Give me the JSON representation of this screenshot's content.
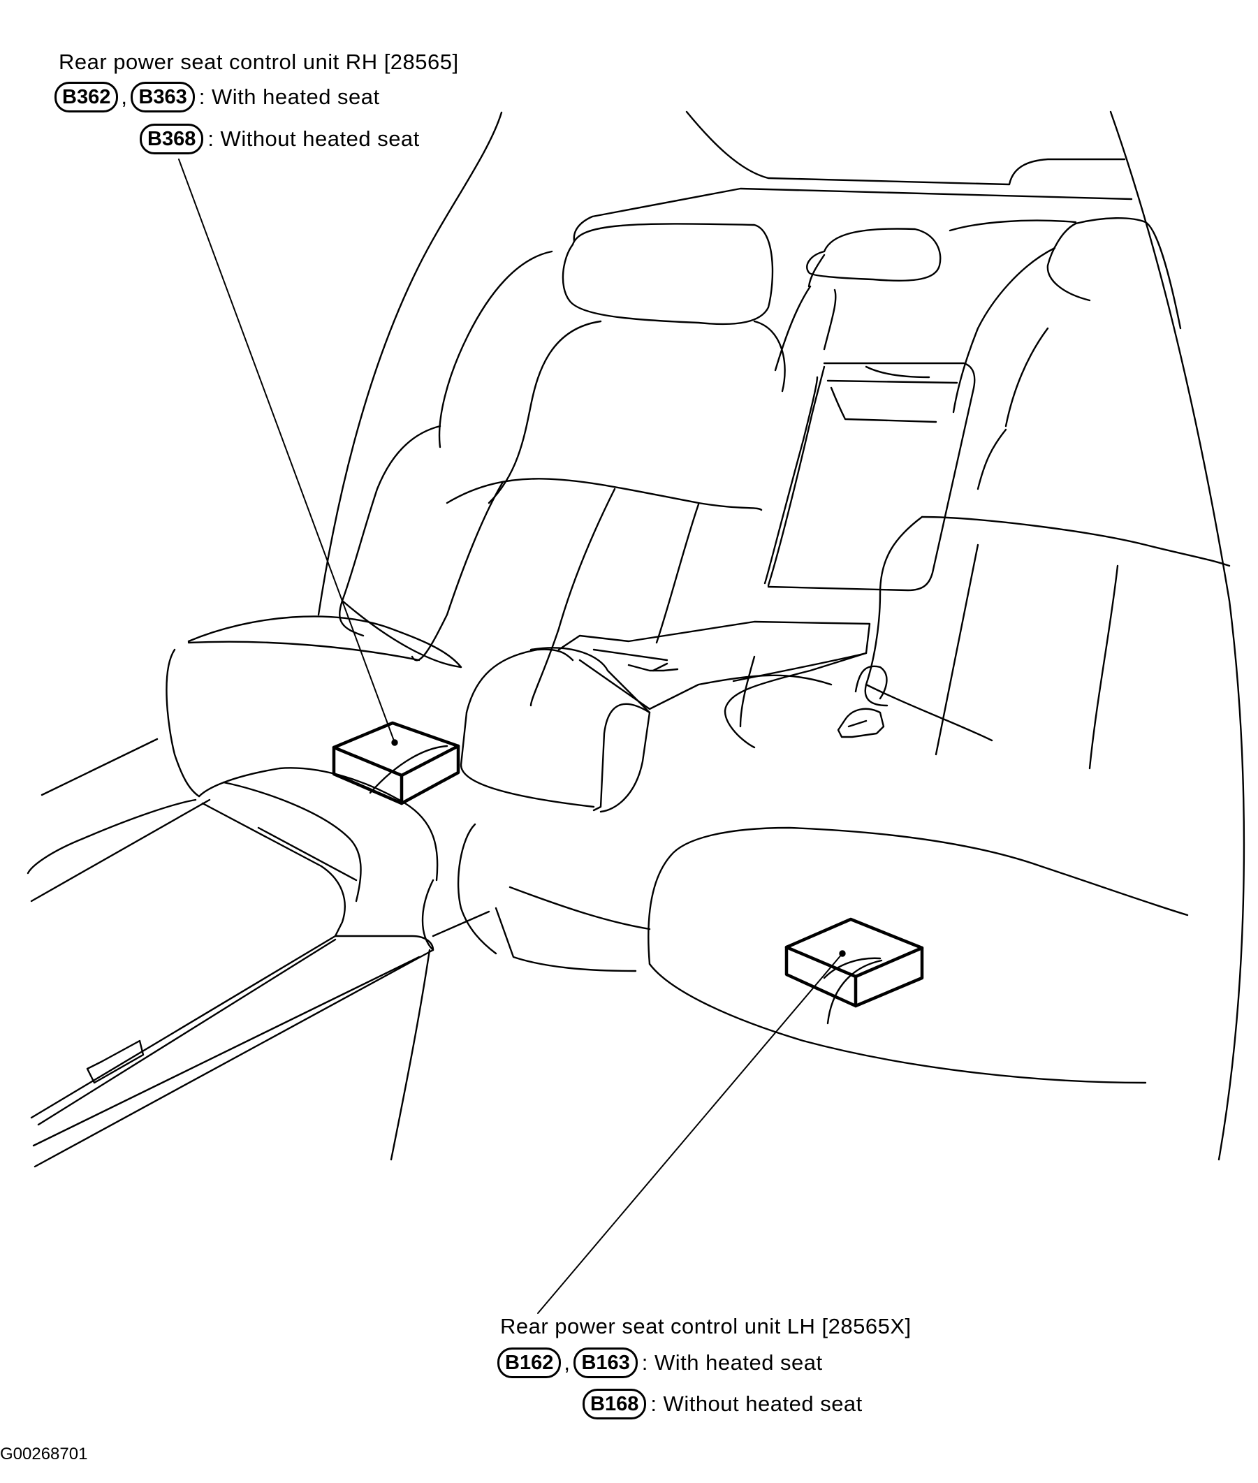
{
  "rh_unit": {
    "title": "Rear power seat control unit RH [28565]",
    "connectors_heated": [
      "B362",
      "B363"
    ],
    "heated_desc": ": With heated seat",
    "connector_unheated": "B368",
    "unheated_desc": ": Without heated seat"
  },
  "lh_unit": {
    "title": "Rear power seat control unit LH [28565X]",
    "connectors_heated": [
      "B162",
      "B163"
    ],
    "heated_desc": ": With heated seat",
    "connector_unheated": "B168",
    "unheated_desc": ": Without heated seat"
  },
  "separator": ",",
  "figure_code": "G00268701"
}
